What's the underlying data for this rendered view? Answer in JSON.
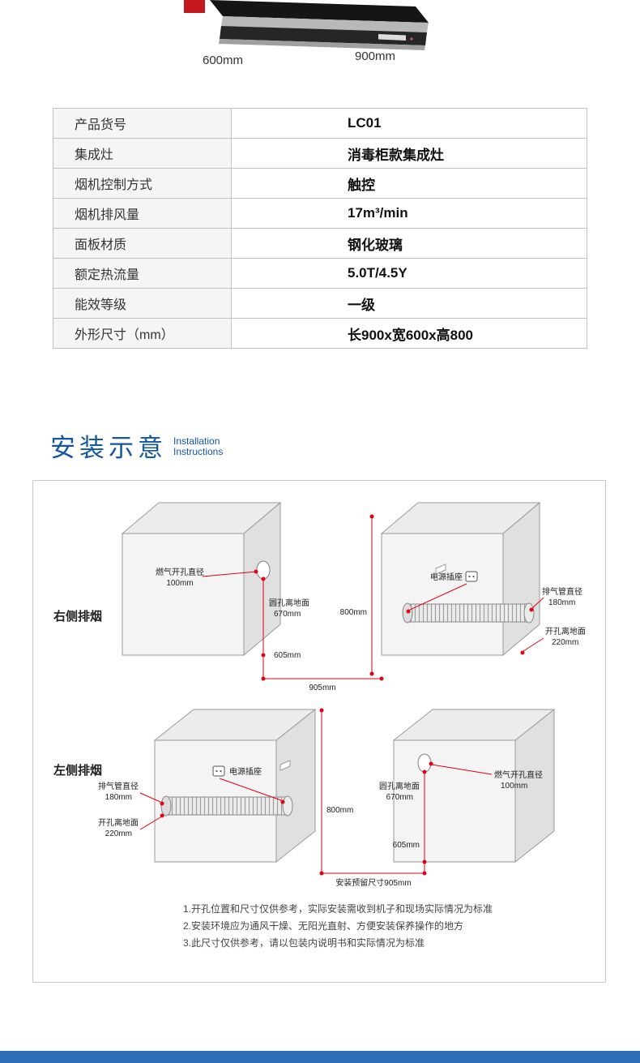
{
  "product": {
    "dim_depth": "600mm",
    "dim_width": "900mm"
  },
  "spec_table": {
    "rows": [
      {
        "label": "产品货号",
        "value": "LC01"
      },
      {
        "label": "集成灶",
        "value": "消毒柜款集成灶"
      },
      {
        "label": "烟机控制方式",
        "value": "触控"
      },
      {
        "label": "烟机排风量",
        "value": "17m³/min"
      },
      {
        "label": "面板材质",
        "value": "钢化玻璃"
      },
      {
        "label": "额定热流量",
        "value": "5.0T/4.5Y"
      },
      {
        "label": "能效等级",
        "value": "一级"
      },
      {
        "label": "外形尺寸（mm）",
        "value": "长900x宽600x高800"
      }
    ]
  },
  "install": {
    "title_cn": "安装示意",
    "title_en1": "Installation",
    "title_en2": "Instructions",
    "right_label": "右侧排烟",
    "left_label": "左侧排烟",
    "dims": {
      "gas_label": "燃气开孔直径",
      "gas_value": "100mm",
      "circle_label": "圆孔离地面",
      "circle_value": "670mm",
      "d605": "605mm",
      "d800": "800mm",
      "d905": "905mm",
      "socket": "电源插座",
      "duct_label": "排气管直径",
      "duct_value": "180mm",
      "hole_label": "开孔离地面",
      "hole_value": "220mm",
      "reserved": "安装预留尺寸905mm"
    },
    "notes": [
      "1.开孔位置和尺寸仅供参考，实际安装需收到机子和现场实际情况为标准",
      "2.安装环境应为通风干燥、无阳光直射、方便安装保养操作的地方",
      "3.此尺寸仅供参考，请以包装内说明书和实际情况为标准"
    ]
  },
  "colors": {
    "accent_blue": "#1356a2",
    "dim_red": "#e60012",
    "bottom_bar": "#2e6cb5"
  }
}
